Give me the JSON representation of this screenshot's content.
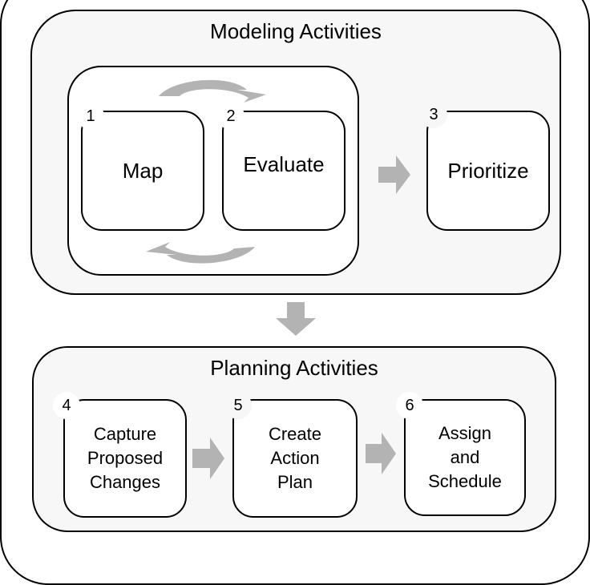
{
  "diagram": {
    "modeling": {
      "title": "Modeling Activities",
      "steps": [
        {
          "number": "1",
          "label": "Map"
        },
        {
          "number": "2",
          "label": "Evaluate"
        },
        {
          "number": "3",
          "label": "Prioritize"
        }
      ],
      "loop": "Map and Evaluate cycle (circular arrows)"
    },
    "planning": {
      "title": "Planning Activities",
      "steps": [
        {
          "number": "4",
          "label_lines": [
            "Capture",
            "Proposed",
            "Changes"
          ]
        },
        {
          "number": "5",
          "label_lines": [
            "Create",
            "Action",
            "Plan"
          ]
        },
        {
          "number": "6",
          "label_lines": [
            "Assign",
            "and",
            "Schedule"
          ]
        }
      ]
    },
    "connectors": [
      {
        "from": "Map/Evaluate loop",
        "to": "Prioritize",
        "type": "right-arrow"
      },
      {
        "from": "Modeling Activities",
        "to": "Planning Activities",
        "type": "down-arrow"
      },
      {
        "from": "Capture Proposed Changes",
        "to": "Create Action Plan",
        "type": "right-arrow"
      },
      {
        "from": "Create Action Plan",
        "to": "Assign and Schedule",
        "type": "right-arrow"
      }
    ],
    "colors": {
      "group_fill": "#f7f7f7",
      "box_fill": "#ffffff",
      "border": "#000000",
      "arrow": "#b3b3b3"
    }
  }
}
